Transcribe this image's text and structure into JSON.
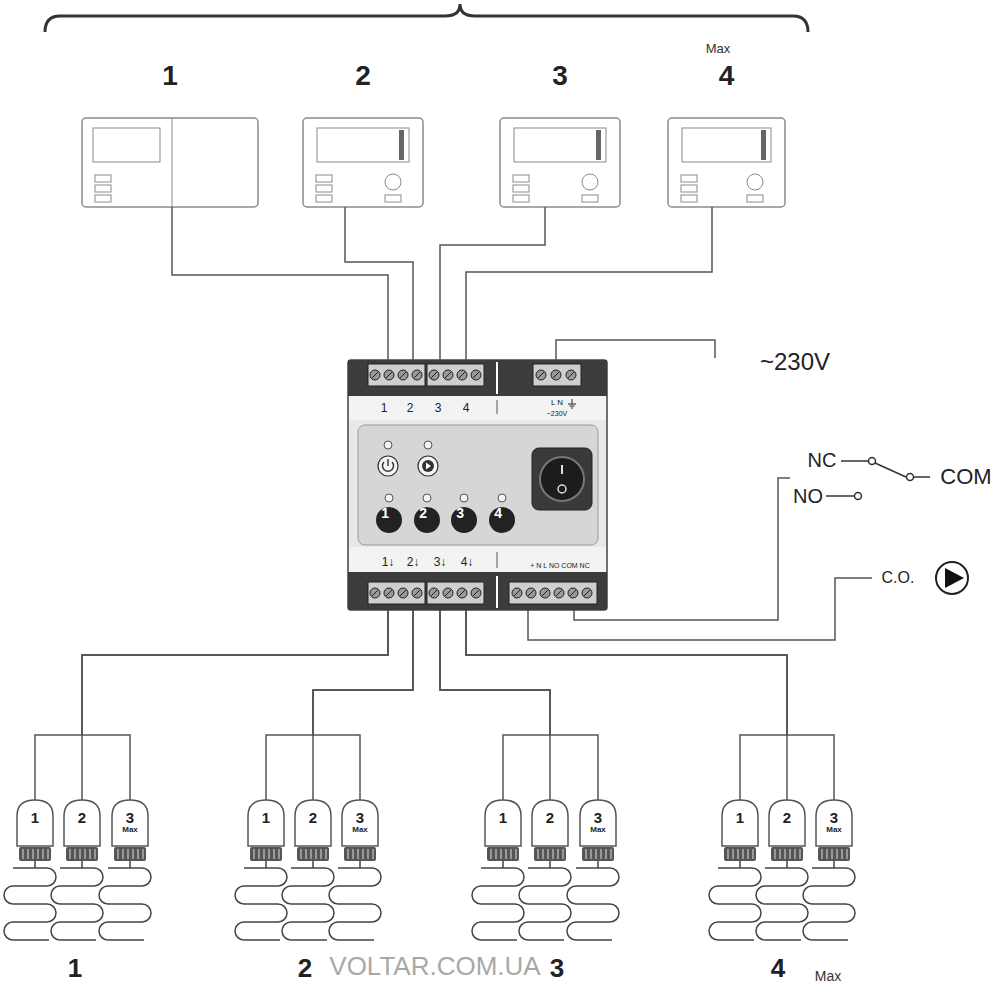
{
  "diagram": {
    "nodes": [
      {
        "text": [
          "1"
        ]
      },
      {
        "text": [
          "2"
        ]
      },
      {
        "text": [
          "3"
        ]
      },
      {
        "text": [
          "4"
        ]
      },
      {
        "text": [
          "1",
          "2",
          "3",
          "4",
          "L N",
          "~230V",
          "1↓",
          "2↓",
          "3↓",
          "4↓",
          "+ N L NO COM NC"
        ]
      },
      {
        "text": [
          "1"
        ],
        "in": 4
      },
      {
        "text": [
          "2"
        ],
        "in": 4
      },
      {
        "text": [
          "3"
        ],
        "in": 4
      },
      {
        "text": [
          "4"
        ],
        "in": 4
      },
      {
        "text": [
          "1"
        ]
      },
      {
        "text": [
          "2"
        ]
      },
      {
        "text": [
          "3",
          "Max"
        ]
      },
      {
        "text": [
          "1"
        ]
      },
      {
        "text": [
          "2"
        ]
      },
      {
        "text": [
          "3",
          "Max"
        ]
      },
      {
        "text": [
          "1"
        ]
      },
      {
        "text": [
          "2"
        ]
      },
      {
        "text": [
          "3",
          "Max"
        ]
      },
      {
        "text": [
          "1"
        ]
      },
      {
        "text": [
          "2"
        ]
      },
      {
        "text": [
          "3",
          "Max"
        ]
      }
    ],
    "edges": [
      {
        "from": 0,
        "to": 4,
        "arrow": "none"
      },
      {
        "from": 1,
        "to": 4,
        "arrow": "none"
      },
      {
        "from": 2,
        "to": 4,
        "arrow": "none"
      },
      {
        "from": 3,
        "to": 4,
        "arrow": "none"
      },
      {
        "from": 4,
        "to": 9,
        "arrow": "none"
      },
      {
        "from": 4,
        "to": 10,
        "arrow": "none"
      },
      {
        "from": 4,
        "to": 11,
        "arrow": "none"
      },
      {
        "from": 4,
        "to": 12,
        "arrow": "none"
      },
      {
        "from": 4,
        "to": 13,
        "arrow": "none"
      },
      {
        "from": 4,
        "to": 14,
        "arrow": "none"
      },
      {
        "from": 4,
        "to": 15,
        "arrow": "none"
      },
      {
        "from": 4,
        "to": 16,
        "arrow": "none"
      },
      {
        "from": 4,
        "to": 17,
        "arrow": "none"
      },
      {
        "from": 4,
        "to": 18,
        "arrow": "none"
      },
      {
        "from": 4,
        "to": 19,
        "arrow": "none"
      },
      {
        "from": 4,
        "to": 20,
        "arrow": "none"
      }
    ],
    "labels": [
      "Max",
      "~230V",
      "NC",
      "NO",
      "COM",
      "C.O.",
      "1",
      "2",
      "3",
      "4",
      "Max",
      "VOLTAR.COM.UA"
    ]
  }
}
